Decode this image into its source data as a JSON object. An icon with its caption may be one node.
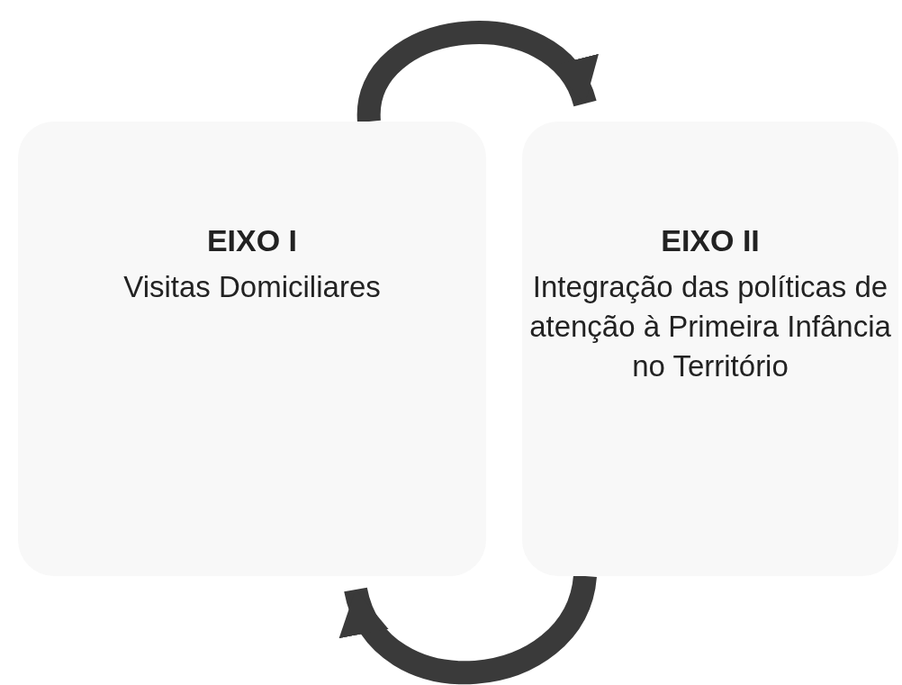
{
  "diagram": {
    "nodes": [
      {
        "text": [
          "EIXO I",
          "Visitas Domiciliares"
        ]
      },
      {
        "text": [
          "EIXO II",
          "Integração das políticas de atenção à Primeira Infância no Território"
        ]
      }
    ],
    "edges": [
      {
        "from": 0,
        "to": 1,
        "arrow": "to"
      },
      {
        "from": 1,
        "to": 0,
        "arrow": "to"
      }
    ]
  }
}
